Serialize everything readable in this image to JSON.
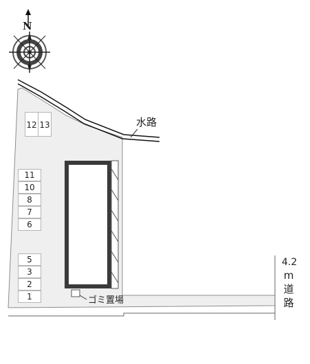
{
  "compass": {
    "north_label": "N",
    "icon": "compass-rose-icon"
  },
  "labels": {
    "waterway": "水路",
    "garbage": "ゴミ置場",
    "road_width": "4.2",
    "road_unit": "m",
    "road_char1": "道",
    "road_char2": "路"
  },
  "parking_top": [
    "12",
    "13"
  ],
  "parking_left_upper": [
    "11",
    "10",
    "8",
    "7",
    "6"
  ],
  "parking_left_lower": [
    "5",
    "3",
    "2",
    "1"
  ],
  "colors": {
    "lot_fill": "#efefef",
    "outline": "#8c8c8c",
    "building": "#3a3a3a",
    "hatch": "#555555"
  }
}
